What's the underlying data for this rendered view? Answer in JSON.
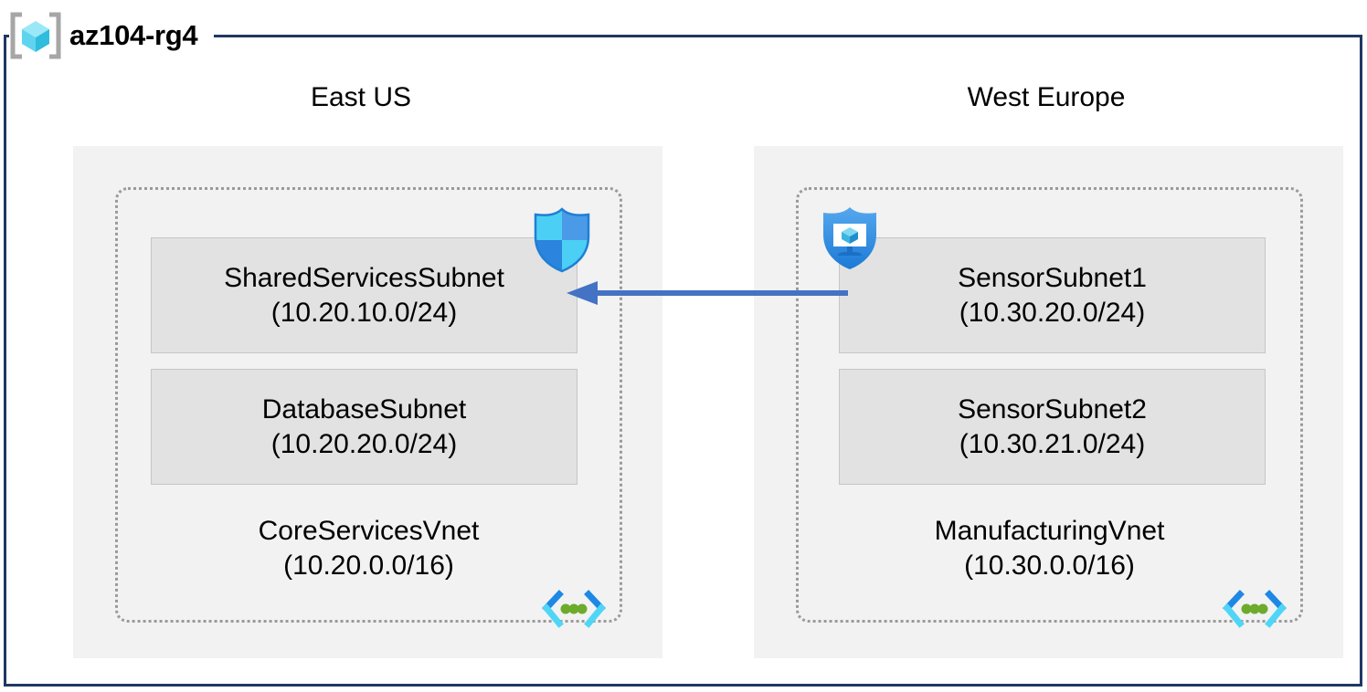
{
  "diagram": {
    "type": "azure-architecture",
    "colors": {
      "frame_border": "#1f3864",
      "region_fill": "#f2f2f2",
      "vnet_border": "#9a9a9a",
      "subnet_fill": "#e2e2e2",
      "subnet_border": "#c6c6c6",
      "arrow": "#4472c4",
      "icon_cube_light": "#88e1f2",
      "icon_cube_mid": "#50c9e8",
      "icon_cube_dark": "#2eb4d6",
      "icon_bracket_gray": "#a6a6a6",
      "nsg_shield_light": "#50c7f5",
      "nsg_shield_dark": "#3a8fe0",
      "defender_shield": "#2f8ae0",
      "vnet_icon_blue": "#1e88e5",
      "vnet_icon_cyan": "#50d8f7",
      "vnet_icon_green": "#6cab2b"
    }
  },
  "resource_group": {
    "name": "az104-rg4",
    "icon": "resource-group-icon"
  },
  "regions": [
    {
      "id": "east-us",
      "label": "East US",
      "vnet": {
        "name": "CoreServicesVnet",
        "cidr": "(10.20.0.0/16)",
        "icon": "virtual-network-icon",
        "subnets": [
          {
            "name": "SharedServicesSubnet",
            "cidr": "(10.20.10.0/24)",
            "icon": "network-security-group-shield-icon"
          },
          {
            "name": "DatabaseSubnet",
            "cidr": "(10.20.20.0/24)",
            "icon": null
          }
        ]
      }
    },
    {
      "id": "west-europe",
      "label": "West Europe",
      "vnet": {
        "name": "ManufacturingVnet",
        "cidr": "(10.30.0.0/16)",
        "icon": "virtual-network-icon",
        "subnets": [
          {
            "name": "SensorSubnet1",
            "cidr": "(10.30.20.0/24)",
            "icon": "defender-shield-monitor-icon"
          },
          {
            "name": "SensorSubnet2",
            "cidr": "(10.30.21.0/24)",
            "icon": null
          }
        ]
      }
    }
  ],
  "connection": {
    "name": "vnet-peering-arrow",
    "direction": "right-to-left",
    "from": "SensorSubnet1",
    "to": "SharedServicesSubnet",
    "label": ""
  }
}
